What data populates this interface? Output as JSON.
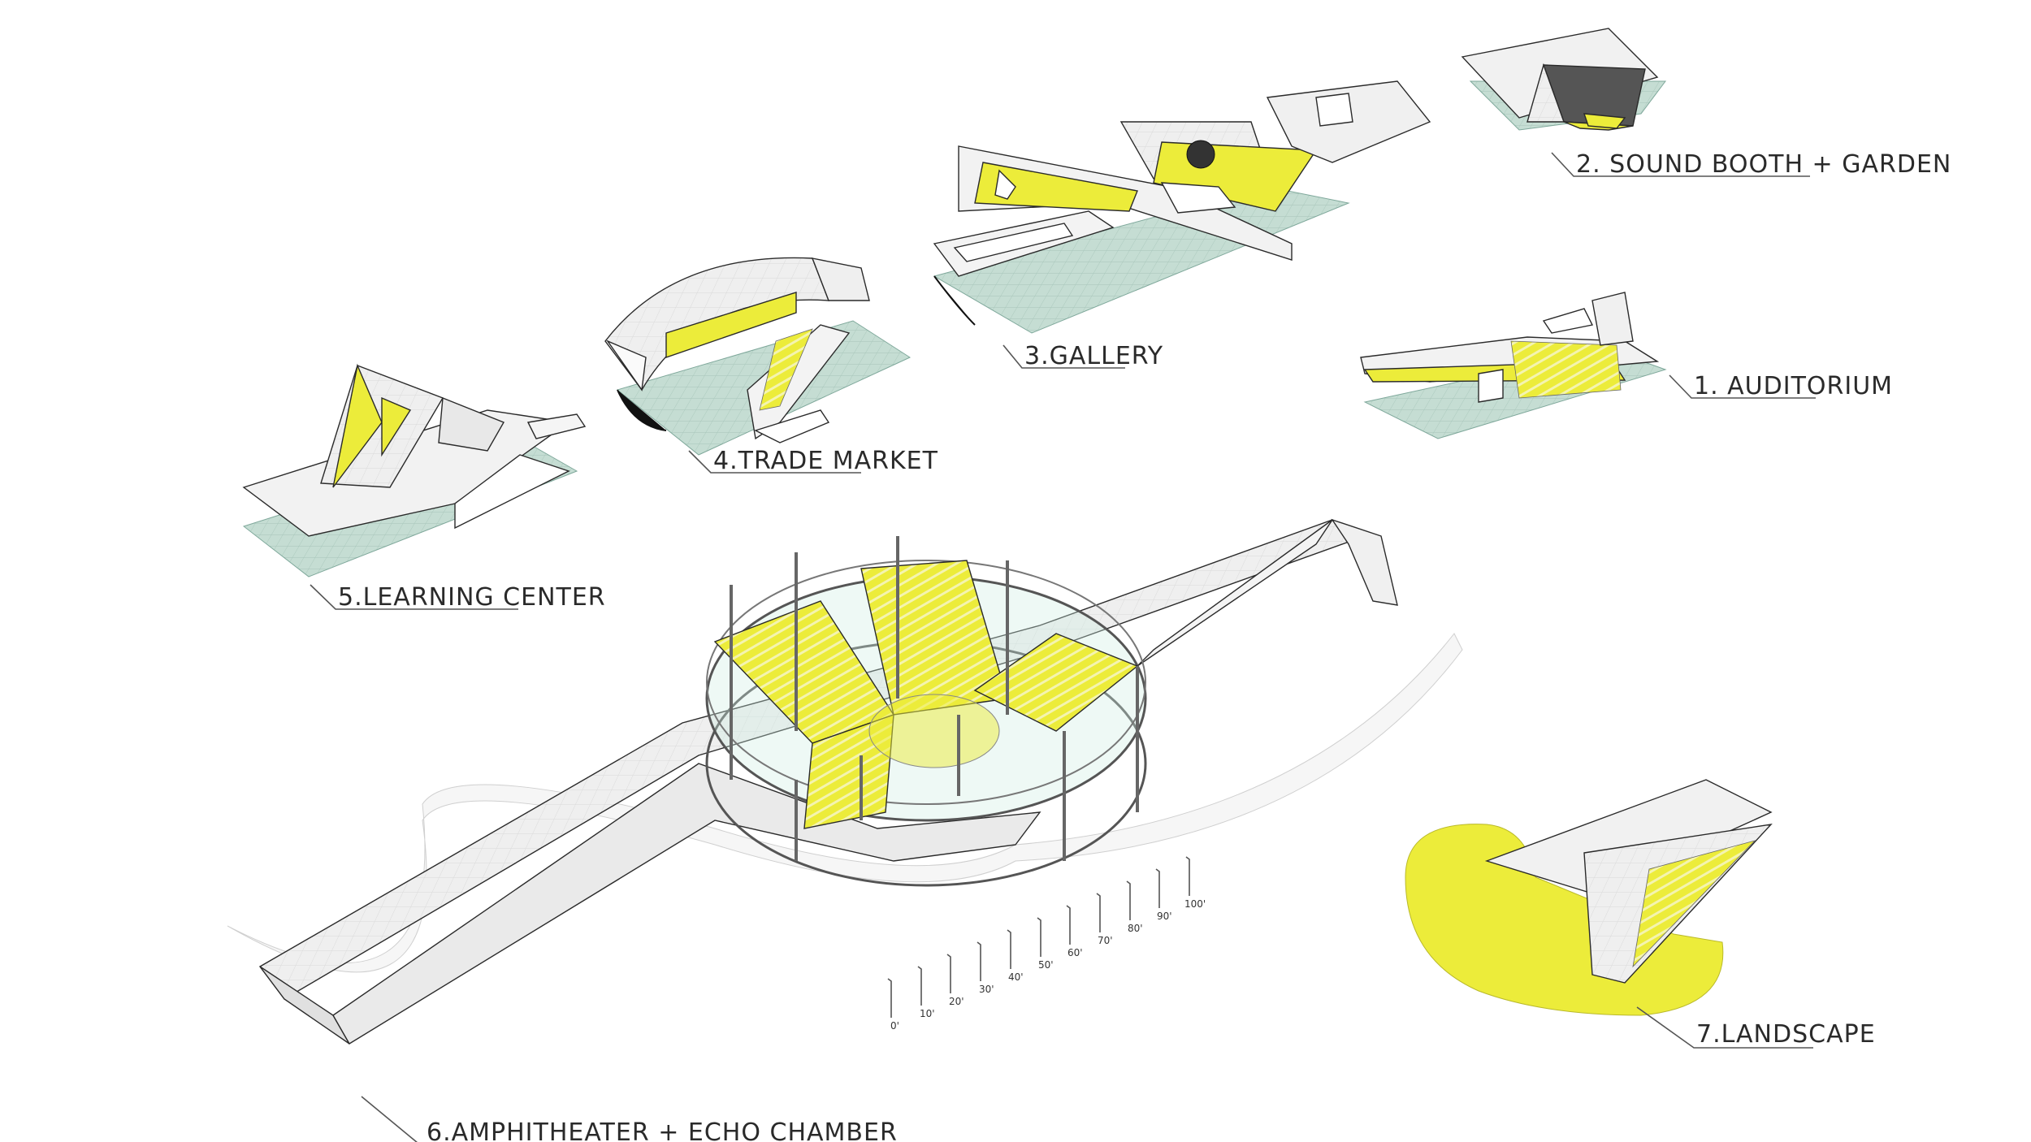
{
  "labels": {
    "auditorium": "1. AUDITORIUM",
    "sound_booth": "2. SOUND BOOTH + GARDEN",
    "gallery": "3.GALLERY",
    "trade_market": "4.TRADE MARKET",
    "learning_center": "5.LEARNING CENTER",
    "amphitheater": "6.AMPHITHEATER + ECHO CHAMBER",
    "landscape": "7.LANDSCAPE"
  },
  "scale": {
    "ticks": [
      "0'",
      "10'",
      "20'",
      "30'",
      "40'",
      "50'",
      "60'",
      "70'",
      "80'",
      "90'",
      "100'"
    ]
  },
  "colors": {
    "accent_yellow": "#ecec3a",
    "ground_green": "#c5ddd3",
    "surface_white": "#eeeeee",
    "edge_dark": "#2a2a2a"
  }
}
